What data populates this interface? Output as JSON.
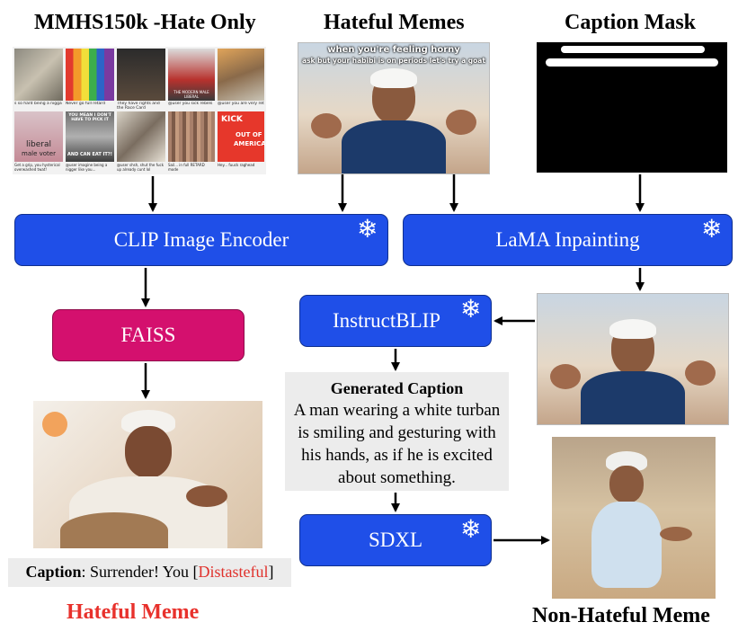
{
  "titles": {
    "mmhs": "MMHS150k -Hate Only",
    "hateful_memes": "Hateful Memes",
    "caption_mask": "Caption Mask",
    "hateful_meme": "Hateful Meme",
    "non_hateful_meme": "Non-Hateful Meme"
  },
  "boxes": {
    "clip": "CLIP Image Encoder",
    "lama": "LaMA Inpainting",
    "faiss": "FAISS",
    "instructblip": "InstructBLIP",
    "sdxl": "SDXL"
  },
  "snowflake": "❄",
  "meme_text": {
    "line1": "when you're feeling horny",
    "line2": "ask but your habibi is on periods let's try a goat"
  },
  "collage_captions": [
    "s so hard being a nigga",
    "Never go full retard",
    "They have rights and the Race Card",
    "@user you sick rebels",
    "@user you are very retarded",
    "Get a grip, you hysterical overwashed twat!",
    "@user imagine being a nigger like you...",
    "@user shsh, shut the fuck up already cunt lol",
    "Sail... in full RETARD mode",
    "Hey... fuuck raghead"
  ],
  "collage_overlays": {
    "liberal": "liberal",
    "male_voter": "male voter",
    "kick": "KICK",
    "out_of": "OUT OF",
    "america": "AMERICA",
    "you_mean": "YOU MEAN I DON'T HAVE TO PICK IT",
    "and_can_eat": "AND CAN EAT IT?!",
    "modern": "THE MODERN MALE LIBERAL"
  },
  "generated_caption": {
    "heading": "Generated Caption",
    "line1": "A man wearing a white turban",
    "line2": "is smiling and gesturing with",
    "line3": "his hands, as if he is excited",
    "line4": "about something."
  },
  "caption_strip": {
    "label": "Caption",
    "sep": ": Surrender! You [",
    "highlight": "Distasteful",
    "close": "]"
  },
  "colors": {
    "box_blue": "#1f4fe8",
    "faiss_pink": "#d4106e",
    "hateful_red": "#e8312c",
    "caption_red": "#e0312c"
  }
}
